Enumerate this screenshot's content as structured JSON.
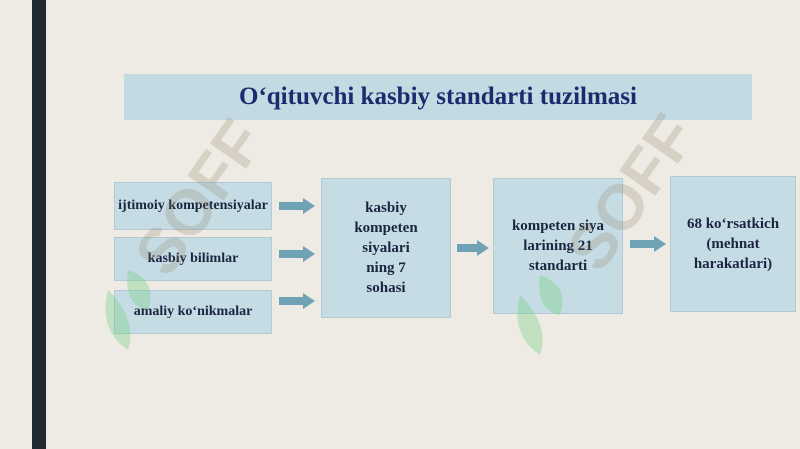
{
  "title": "O‘qituvchi kasbiy standarti tuzilmasi",
  "inputs": [
    {
      "label": "ijtimoiy kompetensiyalar"
    },
    {
      "label": "kasbiy bilimlar"
    },
    {
      "label": "amaliy ko‘nikmalar"
    }
  ],
  "stage2": "kasbiy kompeten siyalari ning 7 sohasi",
  "stage3": "kompeten siya larining 21 standarti",
  "stage4": "68 ko‘rsatkich (mehnat harakatlari)",
  "watermark": "SOFF",
  "colors": {
    "box": "#c6dce5",
    "arrow": "#6fa2b4",
    "title": "#1d2a6e",
    "watermark_green": "#7bd08a",
    "watermark_brown": "#8a7a5c"
  }
}
